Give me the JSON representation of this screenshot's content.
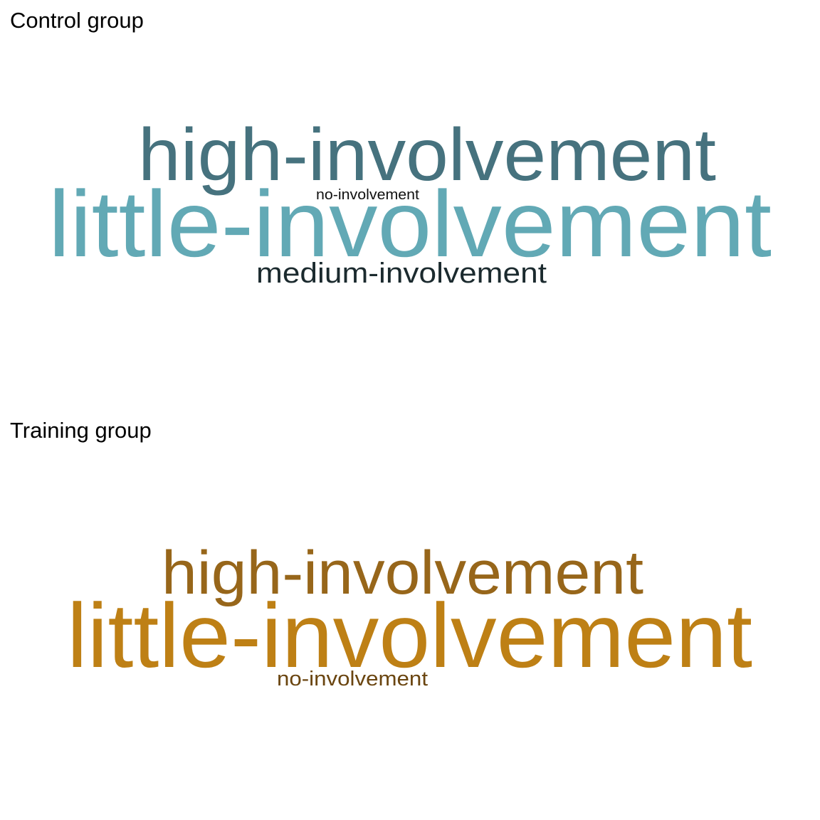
{
  "chart_data": [
    {
      "type": "wordcloud",
      "title": "Control group",
      "words": [
        {
          "text": "high-involvement",
          "color": "#46727E"
        },
        {
          "text": "little-involvement",
          "color": "#62A9B5"
        },
        {
          "text": "no-involvement",
          "color": "#111111"
        },
        {
          "text": "medium-involvement",
          "color": "#1B2A2E"
        }
      ]
    },
    {
      "type": "wordcloud",
      "title": "Training group",
      "words": [
        {
          "text": "high-involvement",
          "color": "#97661A"
        },
        {
          "text": "little-involvement",
          "color": "#BE8015"
        },
        {
          "text": "no-involvement",
          "color": "#6A4510"
        }
      ]
    }
  ]
}
